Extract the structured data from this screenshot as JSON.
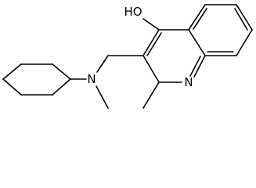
{
  "diagram": {
    "type": "chemical-structure",
    "atom_labels": {
      "hydroxyl": "HO",
      "amine_nitrogen": "N",
      "ring_nitrogen": "N"
    },
    "colors": {
      "bond": "#000000",
      "text": "#000000",
      "background": "#ffffff"
    }
  }
}
